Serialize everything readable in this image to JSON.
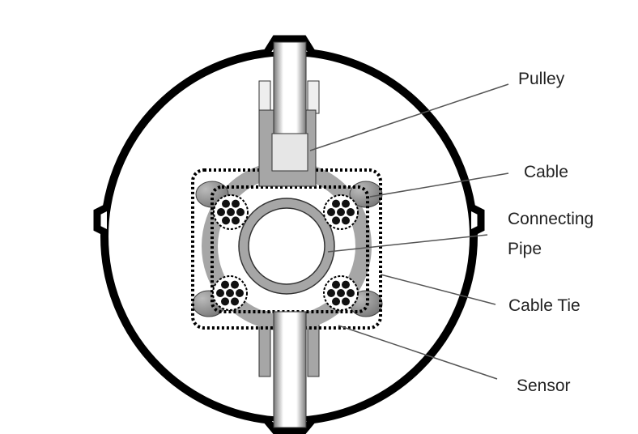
{
  "labels": {
    "pulley": "Pulley",
    "cable": "Cable",
    "connecting_pipe_line1": "Connecting",
    "connecting_pipe_line2": "Pipe",
    "cable_tie": "Cable Tie",
    "sensor": "Sensor"
  },
  "colors": {
    "outline": "#000000",
    "fill_gray": "#a6a6a6",
    "fill_light": "#e6e6e6",
    "leader": "#555555"
  }
}
